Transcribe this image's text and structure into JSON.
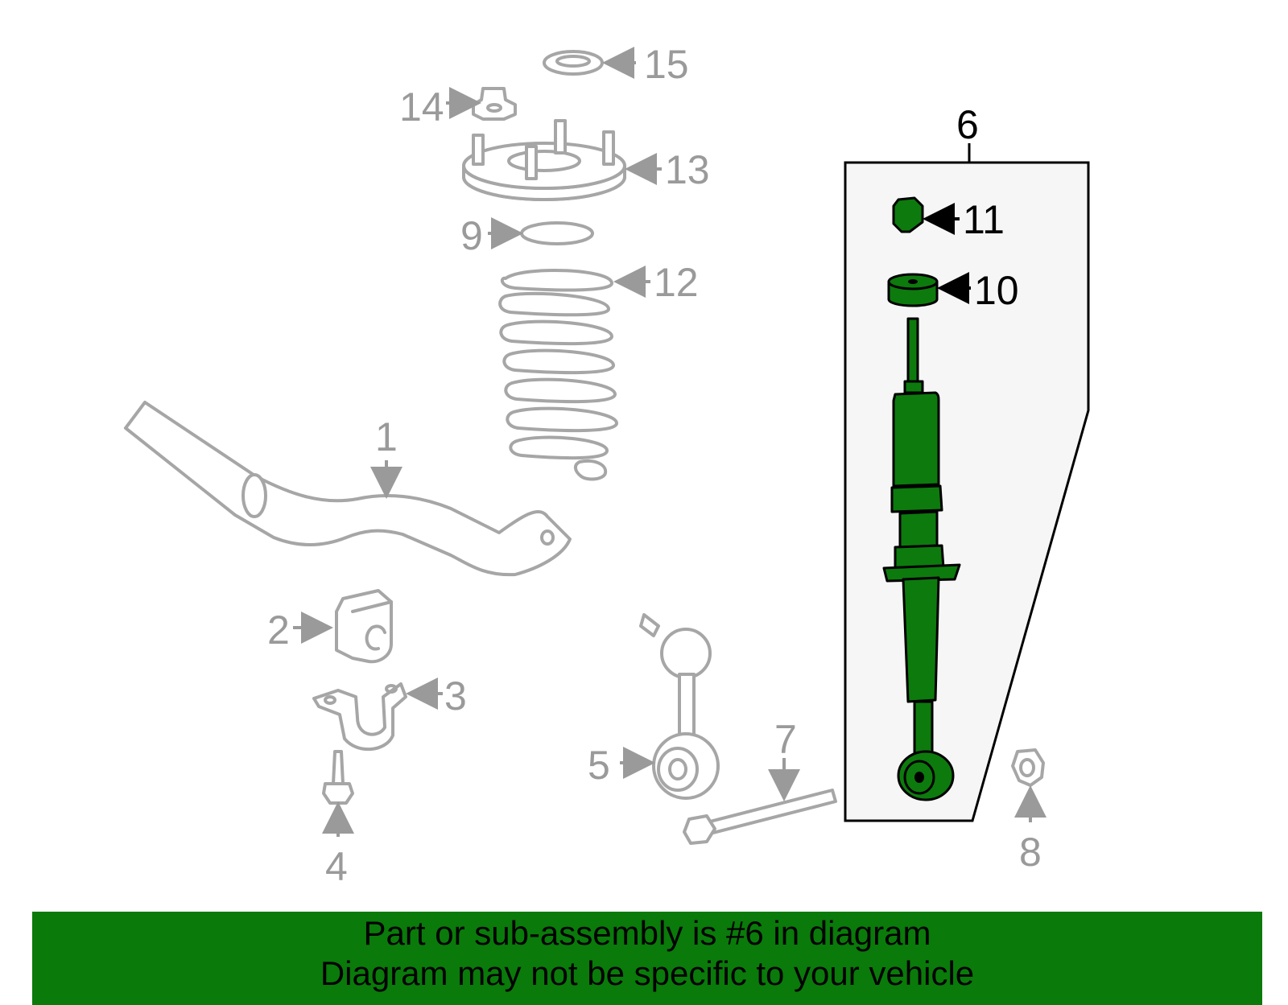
{
  "diagram": {
    "callouts": {
      "c1": "1",
      "c2": "2",
      "c3": "3",
      "c4": "4",
      "c5": "5",
      "c6": "6",
      "c7": "7",
      "c8": "8",
      "c9": "9",
      "c10": "10",
      "c11": "11",
      "c12": "12",
      "c13": "13",
      "c14": "14",
      "c15": "15"
    },
    "highlighted_part": "6",
    "colors": {
      "highlight_fill": "#0d7a0d",
      "part_outline": "#a6a6a6",
      "callout_text": "#9a9a9a",
      "banner": "#0a7a0a"
    },
    "icons": [
      "stabilizer-bar",
      "bushing",
      "bracket",
      "bolt",
      "stabilizer-link",
      "shock-absorber",
      "through-bolt",
      "nut",
      "o-ring",
      "cushion",
      "nut",
      "coil-spring",
      "strut-mount",
      "nut",
      "insulator"
    ]
  },
  "footer": {
    "line1": "Part or sub-assembly is #6 in diagram",
    "line2": "Diagram may not be specific to your vehicle"
  }
}
